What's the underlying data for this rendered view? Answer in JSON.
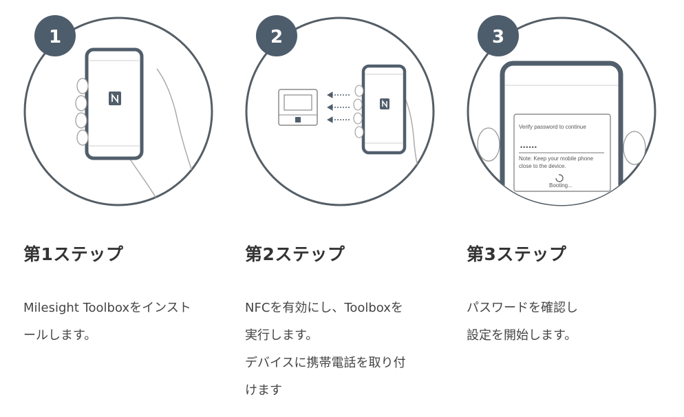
{
  "steps": [
    {
      "number": "1",
      "title": "第1ステップ",
      "description_lines": [
        "Milesight Toolboxをインスト",
        "ールします。"
      ],
      "icons": [
        "nfc-icon"
      ]
    },
    {
      "number": "2",
      "title": "第2ステップ",
      "description_lines": [
        "NFCを有効にし、Toolboxを",
        "実行します。",
        "デバイスに携帯電話を取り付",
        "けます"
      ],
      "icons": [
        "nfc-icon",
        "device-icon",
        "arrow-icon"
      ]
    },
    {
      "number": "3",
      "title": "第3ステップ",
      "description_lines": [
        "パスワードを確認し",
        "設定を開始します。"
      ],
      "screen": {
        "prompt": "Verify password to continue",
        "password_mask": "••••••",
        "note_line1": "Note: Keep your mobile phone",
        "note_line2": "close to the device.",
        "status": "Booting..."
      },
      "icons": [
        "spinner-icon"
      ]
    }
  ],
  "colors": {
    "badge": "#4e5d6c",
    "circle_outline": "#555e66",
    "phone_frame": "#515e6b",
    "title_text": "#333333",
    "body_text": "#444444"
  }
}
